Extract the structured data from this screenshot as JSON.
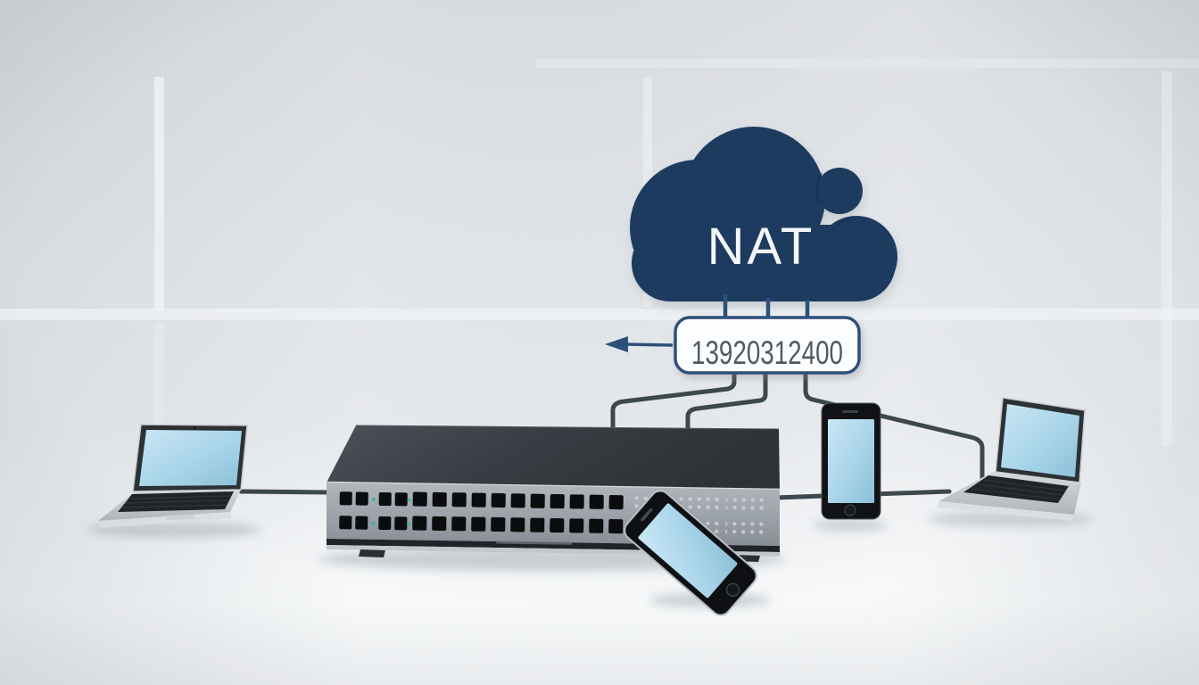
{
  "scene": {
    "kind": "3d-network-diagram-illustration",
    "cloud": {
      "label": "NAT"
    },
    "address_box": {
      "value": "13920312400"
    },
    "arrow": {
      "direction": "left"
    },
    "devices": [
      {
        "name": "laptop-left",
        "type": "laptop"
      },
      {
        "name": "network-switch",
        "type": "rack-switch"
      },
      {
        "name": "smartphone-leaning",
        "type": "smartphone"
      },
      {
        "name": "smartphone-upright",
        "type": "smartphone"
      },
      {
        "name": "laptop-right",
        "type": "laptop"
      }
    ],
    "colors": {
      "cloud_navy": "#1d3a5f",
      "connector_navy": "#2d5078",
      "cable_gray": "#3d474e",
      "screen_blue": "#a9d4e9",
      "wall_gray": "#e0e3e7",
      "floor_white": "#f7f9fa",
      "address_text": "#525a62",
      "led_teal": "#45b0a0"
    }
  }
}
